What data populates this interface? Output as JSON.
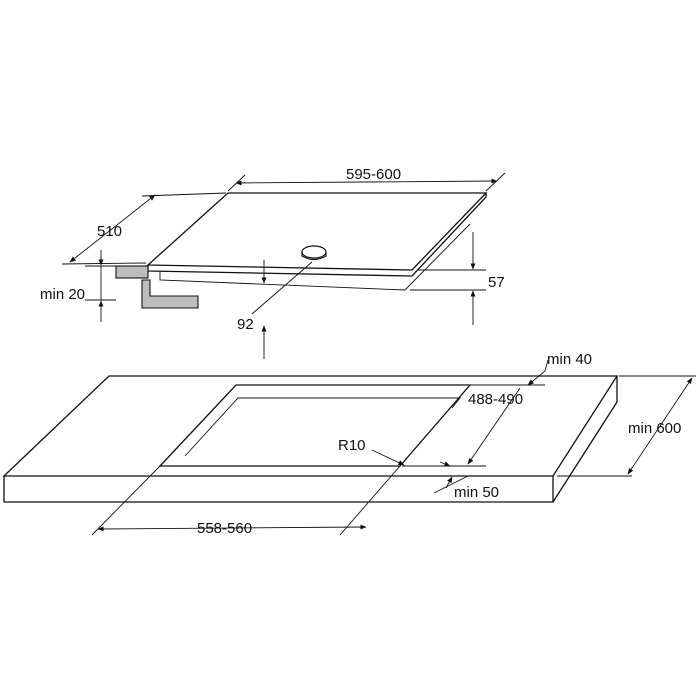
{
  "hob": {
    "width_label": "595-600",
    "depth_label": "510",
    "height_label": "57",
    "clearance_label": "92",
    "min_worktop_label": "min 20"
  },
  "cutout": {
    "width_label": "558-560",
    "depth_label": "488-490",
    "radius_label": "R10",
    "back_margin_label": "min 40",
    "front_margin_label": "min 50",
    "worktop_depth_label": "min 600"
  },
  "colors": {
    "line": "#111111",
    "bracket_fill": "#bdbdbd",
    "background": "#ffffff"
  }
}
